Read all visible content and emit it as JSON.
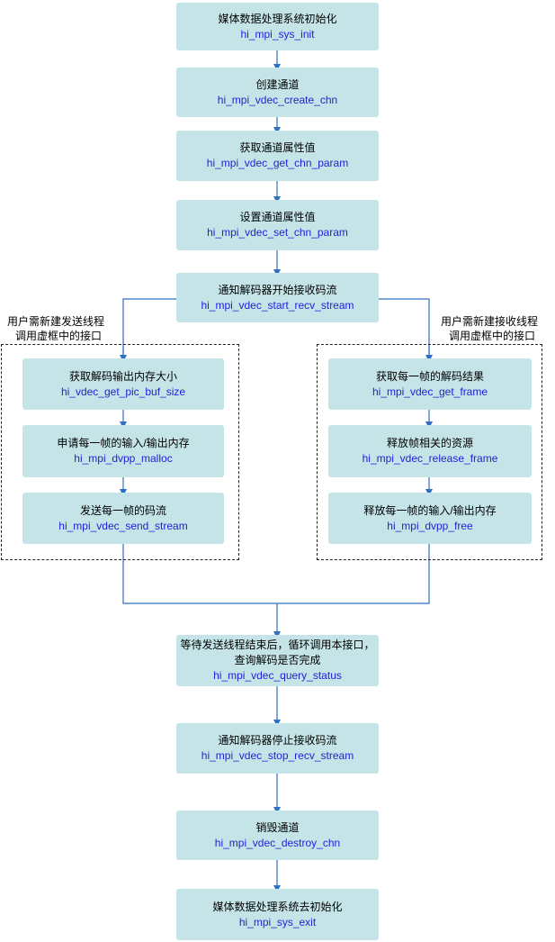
{
  "colors": {
    "box_fill": "#c4e4e8",
    "function_text": "#1f1fd6",
    "arrow": "#2f6fc4"
  },
  "steps": {
    "sys_init": {
      "title": "媒体数据处理系统初始化",
      "func": "hi_mpi_sys_init"
    },
    "create_chn": {
      "title": "创建通道",
      "func": "hi_mpi_vdec_create_chn"
    },
    "get_chn_param": {
      "title": "获取通道属性值",
      "func": "hi_mpi_vdec_get_chn_param"
    },
    "set_chn_param": {
      "title": "设置通道属性值",
      "func": "hi_mpi_vdec_set_chn_param"
    },
    "start_recv": {
      "title": "通知解码器开始接收码流",
      "func": "hi_mpi_vdec_start_recv_stream"
    },
    "query_status": {
      "title_line1": "等待发送线程结束后，循环调用本接口，",
      "title_line2": "查询解码是否完成",
      "func": "hi_mpi_vdec_query_status"
    },
    "stop_recv": {
      "title": "通知解码器停止接收码流",
      "func": "hi_mpi_vdec_stop_recv_stream"
    },
    "destroy_chn": {
      "title": "销毁通道",
      "func": "hi_mpi_vdec_destroy_chn"
    },
    "sys_exit": {
      "title": "媒体数据处理系统去初始化",
      "func": "hi_mpi_sys_exit"
    }
  },
  "send_thread": {
    "note_line1": "用户需新建发送线程",
    "note_line2": "调用虚框中的接口",
    "steps": [
      {
        "title": "获取解码输出内存大小",
        "func": "hi_vdec_get_pic_buf_size"
      },
      {
        "title": "申请每一帧的输入/输出内存",
        "func": "hi_mpi_dvpp_malloc"
      },
      {
        "title": "发送每一帧的码流",
        "func": "hi_mpi_vdec_send_stream"
      }
    ]
  },
  "recv_thread": {
    "note_line1": "用户需新建接收线程",
    "note_line2": "调用虚框中的接口",
    "steps": [
      {
        "title": "获取每一帧的解码结果",
        "func": "hi_mpi_vdec_get_frame"
      },
      {
        "title": "释放帧相关的资源",
        "func": "hi_mpi_vdec_release_frame"
      },
      {
        "title": "释放每一帧的输入/输出内存",
        "func": "hi_mpi_dvpp_free"
      }
    ]
  }
}
